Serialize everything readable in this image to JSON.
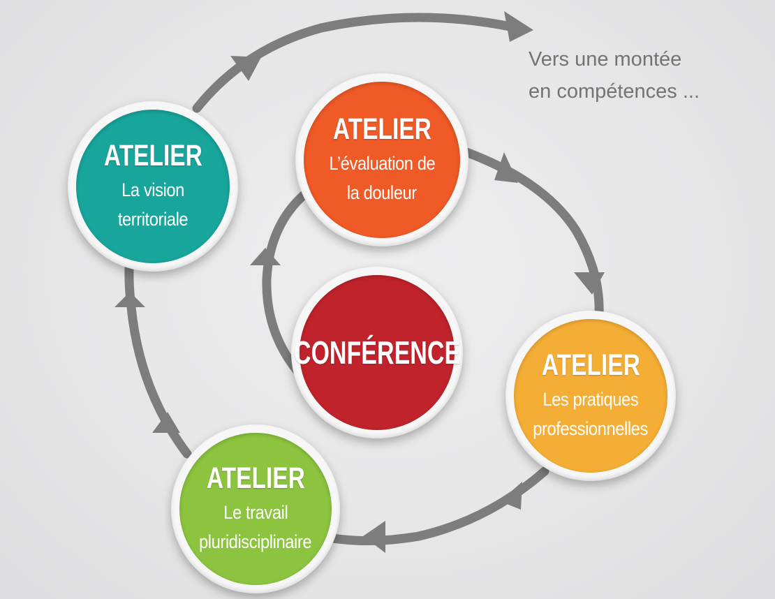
{
  "caption": {
    "line1": "Vers une montée",
    "line2": "en compétences ..."
  },
  "nodes": {
    "vision": {
      "title": "ATELIER",
      "line1": "La vision",
      "line2": "territoriale",
      "color": "#18a59c"
    },
    "douleur": {
      "title": "ATELIER",
      "line1": "L’évaluation de",
      "line2": "la douleur",
      "color": "#ef5a27"
    },
    "pratiques": {
      "title": "ATELIER",
      "line1": "Les pratiques",
      "line2": "professionnelles",
      "color": "#f5ae35"
    },
    "travail": {
      "title": "ATELIER",
      "line1": "Le travail",
      "line2": "pluridisciplinaire",
      "color": "#8cc43f"
    },
    "conference": {
      "title": "CONFÉRENCE",
      "color": "#c0232b"
    }
  },
  "arrow_color": "#7d7d7d",
  "icons": [
    "arrow-head-icon"
  ]
}
